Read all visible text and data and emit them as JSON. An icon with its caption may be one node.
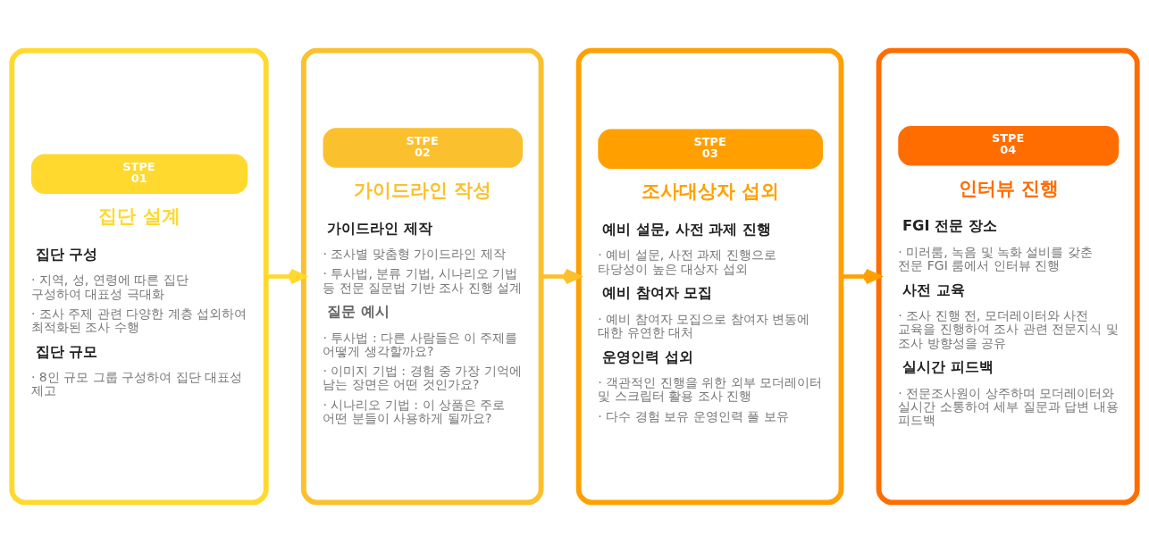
{
  "diagram": {
    "nodes": [
      {
        "text": [
          "STPE 01",
          "집단 설계",
          "집단 구성",
          "· 지역, 성, 연령에 따른 집단 구성하여 대표성 극대화",
          "· 조사 주제 관련 다양한 계층 섭외하여 최적화된 조사 수행",
          "집단 규모",
          "· 8인 규모 그룹 구성하여 집단 대표성 제고"
        ]
      },
      {
        "text": [
          "STPE 02",
          "가이드라인 작성",
          "가이드라인 제작",
          "· 조사별 맞춤형 가이드라인 제작",
          "· 투사법, 분류 기법, 시나리오 기법 등 전문 질문법 기반 조사 진행 설계",
          "질문 예시",
          "· 투사법 : 다른 사람들은 이 주제를 어떻게 생각할까요?",
          "· 이미지 기법 : 경험 중 가장 기억에 남는 장면은 어떤 것인가요?",
          "· 시나리오 기법 : 이 상품은 주로 어떤 분들이 사용하게 될까요?"
        ]
      },
      {
        "text": [
          "STPE 03",
          "조사대상자 섭외",
          "예비 설문, 사전 과제 진행",
          "· 예비 설문, 사전 과제 진행으로 타당성이 높은 대상자 섭외",
          "예비 참여자 모집",
          "· 예비 참여자 모집으로 참여자 변동에 대한 유연한 대처",
          "운영인력 섭외",
          "· 객관적인 진행을 위한 외부 모더레이터 및 스크립터 활용 조사 진행",
          "· 다수 경험 보유 운영인력 풀 보유"
        ]
      },
      {
        "text": [
          "STPE 04",
          "인터뷰 진행",
          "FGI 전문 장소",
          "· 미러룸, 녹음 및 녹화 설비를 갖춘 전문 FGI 룸에서 인터뷰 진행",
          "사전 교육",
          "· 조사 진행 전, 모더레이터와 사전 교육을 진행하여 조사 관련 전문지식 및 조사 방향성을 공유",
          "실시간 피드백",
          "· 전문조사원이 상주하며 모더레이터와 실시간 소통하여 세부 질문과 답변 내용 피드백"
        ]
      }
    ],
    "edges": [
      {
        "from": 0,
        "to": 1,
        "arrow": "to",
        "color": "#ffd92e"
      },
      {
        "from": 1,
        "to": 2,
        "arrow": "to",
        "color": "#fbc02d"
      },
      {
        "from": 2,
        "to": 3,
        "arrow": "to",
        "color": "#ffa000"
      }
    ]
  }
}
